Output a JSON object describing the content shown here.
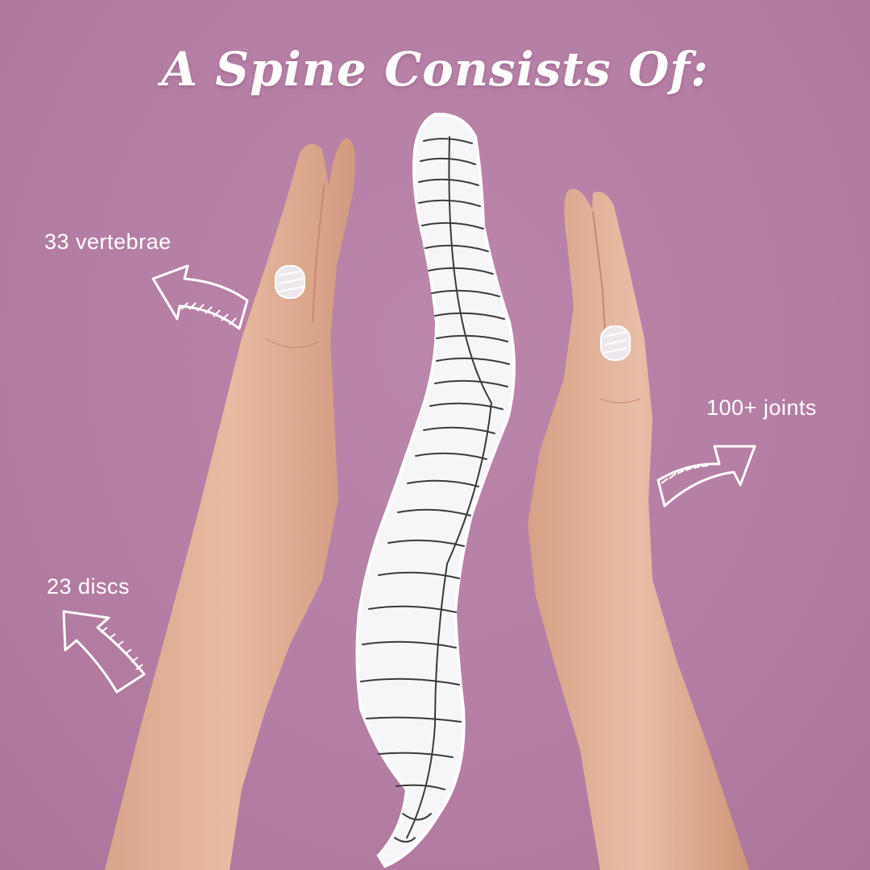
{
  "title": "A Spine Consists Of:",
  "labels": {
    "vertebrae": "33 vertebrae",
    "joints": "100+ joints",
    "discs": "23 discs"
  },
  "colors": {
    "background": "#b67fa6",
    "skin": "#e4b49a",
    "skin_shadow": "#c98e73",
    "paper": "#f6f5f7",
    "ink": "#3a3a3a",
    "text": "#ffffff"
  },
  "icons": [
    "arrow-up-left-icon",
    "arrow-up-right-icon",
    "arrow-up-left-icon"
  ]
}
